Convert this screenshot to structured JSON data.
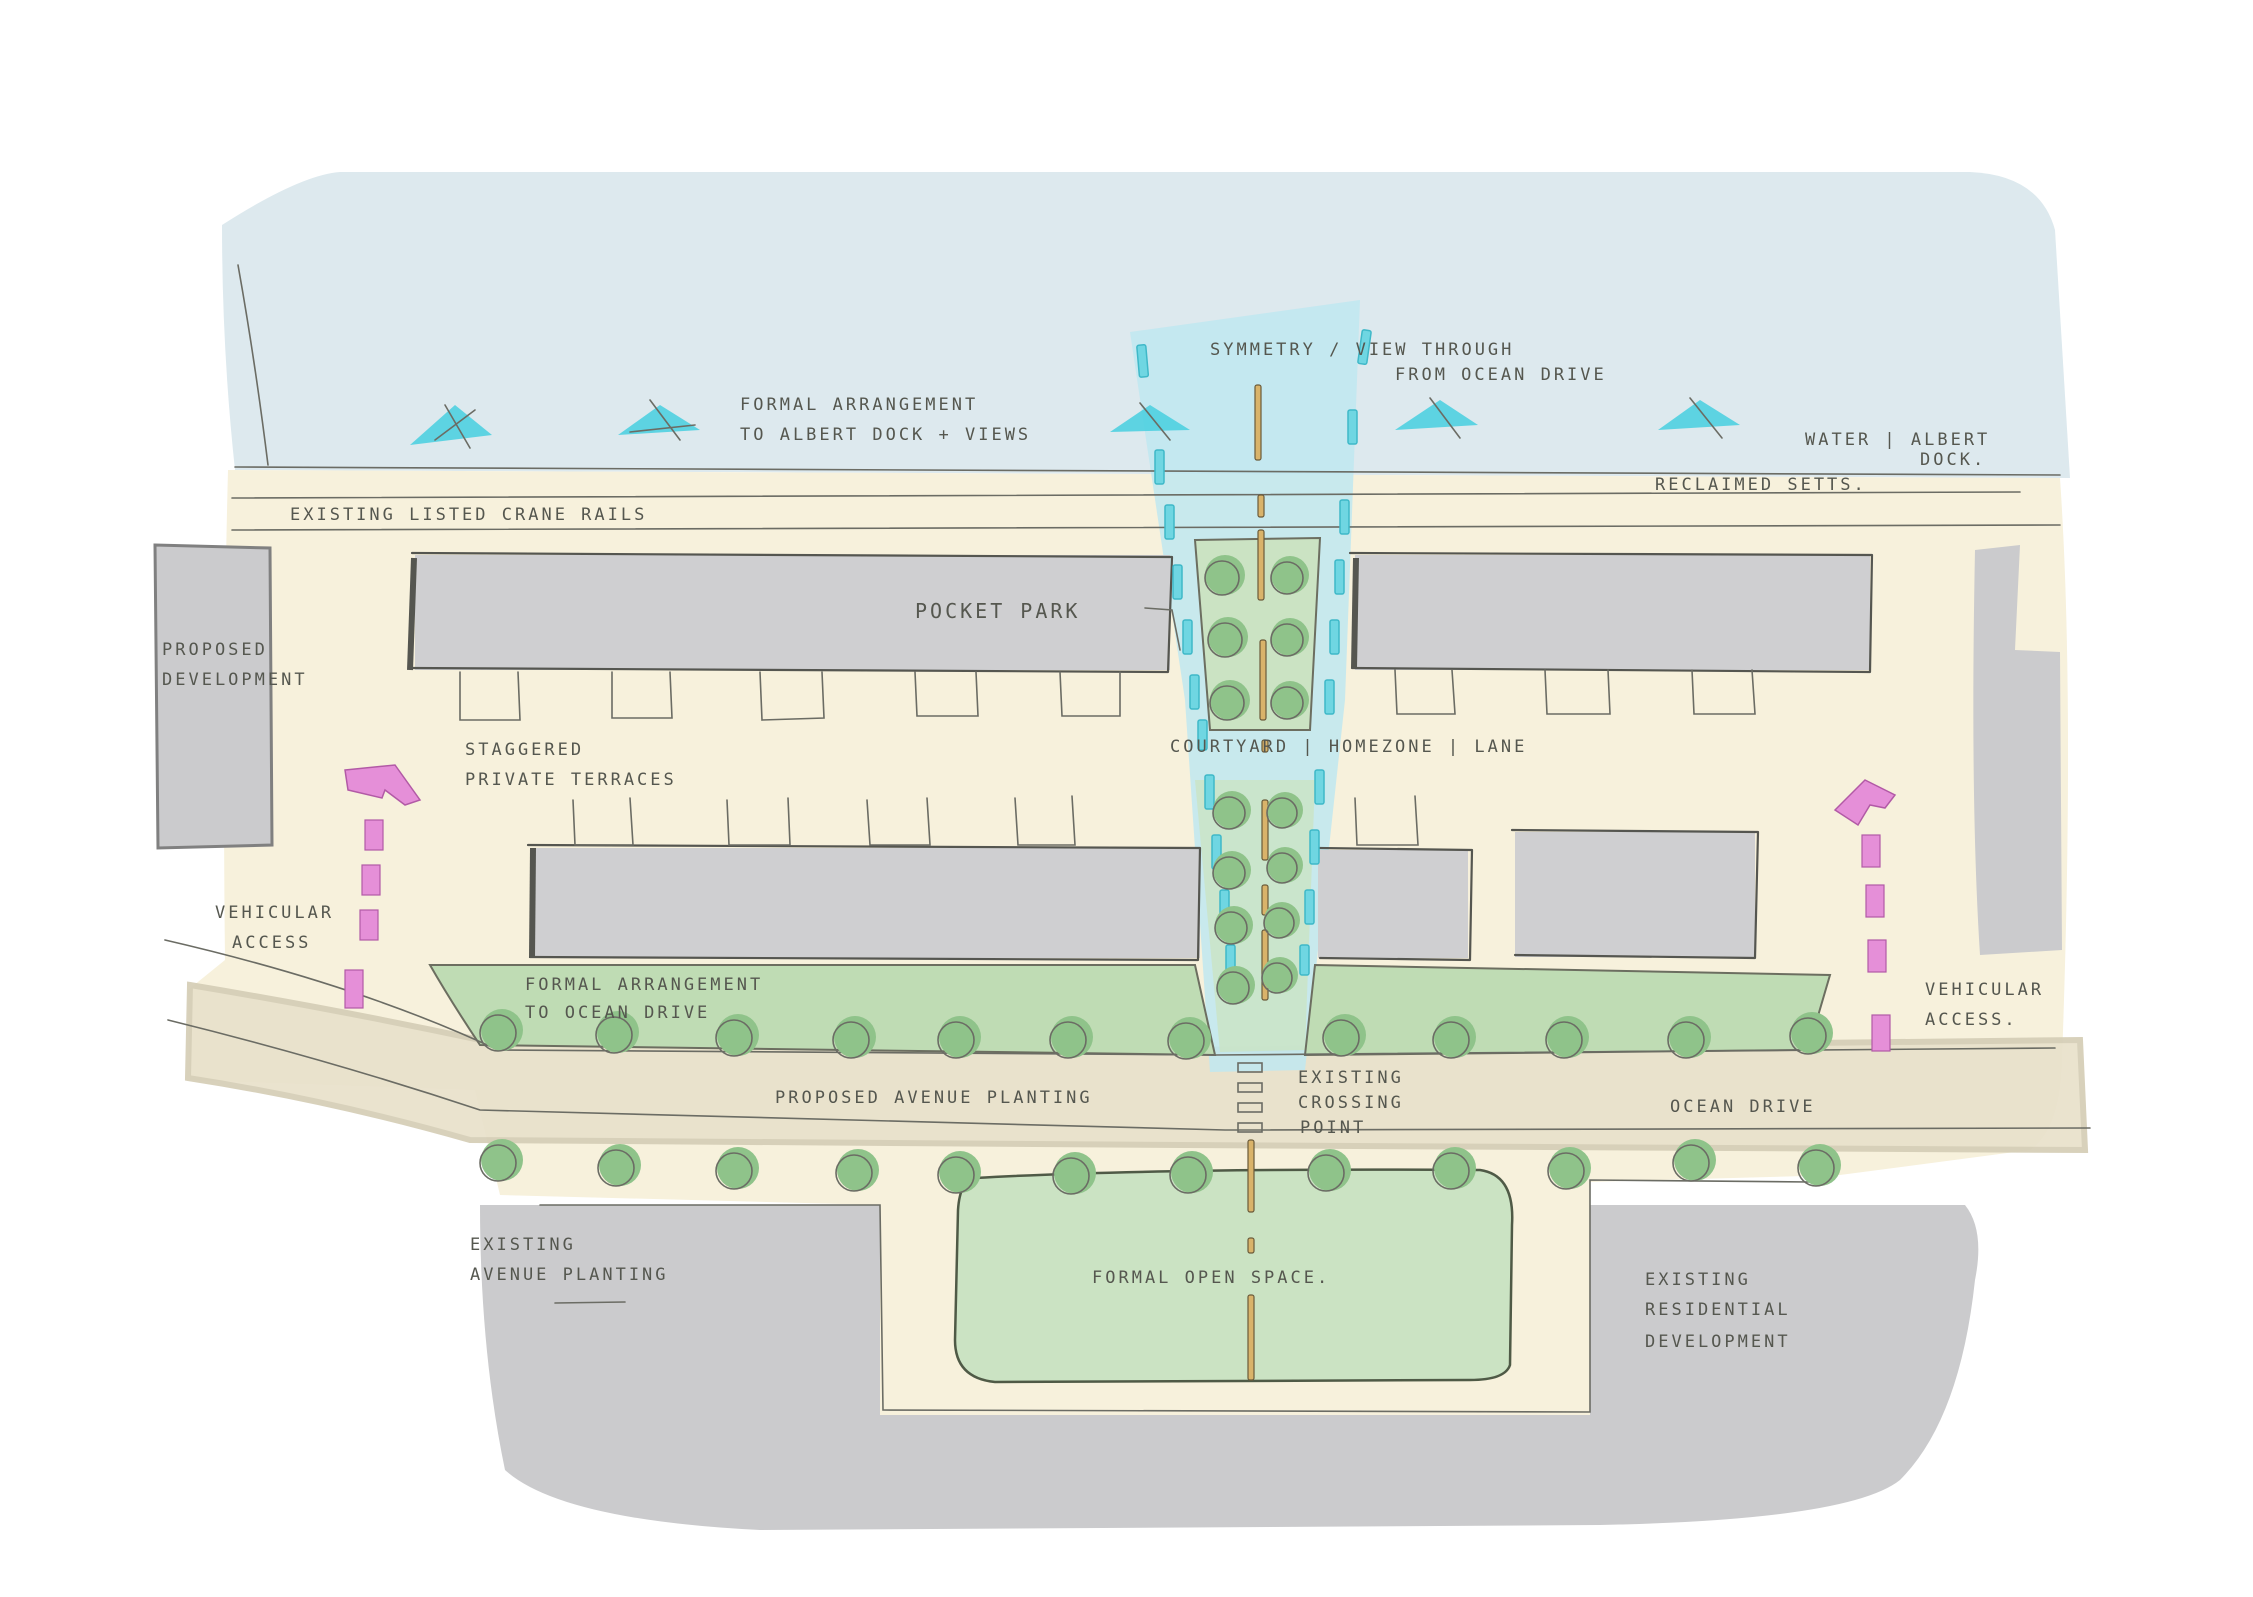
{
  "labels": {
    "formal_arrangement_dock_1": "formal arrangement",
    "formal_arrangement_dock_2": "to albert dock + views",
    "symmetry_1": "symmetry / view through",
    "symmetry_2": "from ocean drive",
    "water_1": "water | albert",
    "water_2": "dock.",
    "reclaimed_setts": "reclaimed setts.",
    "crane_rails": "existing listed crane rails",
    "pocket_park": "pocket park",
    "proposed_dev_1": "proposed",
    "proposed_dev_2": "development",
    "staggered_1": "staggered",
    "staggered_2": "private terraces",
    "courtyard": "courtyard | homezone | lane",
    "vehicular_left_1": "vehicular",
    "vehicular_left_2": "access",
    "formal_ocean_1": "formal arrangement",
    "formal_ocean_2": "to ocean drive",
    "vehicular_right_1": "vehicular",
    "vehicular_right_2": "access.",
    "proposed_avenue": "proposed avenue planting",
    "crossing_1": "existing",
    "crossing_2": "crossing",
    "crossing_3": "point",
    "ocean_drive": "ocean drive",
    "existing_avenue_1": "existing",
    "existing_avenue_2": "avenue planting",
    "formal_open_space": "formal open space.",
    "existing_res_1": "existing",
    "existing_res_2": "residential",
    "existing_res_3": "development"
  },
  "colors": {
    "water": "#dde9ee",
    "site": "#f7f1dc",
    "road": "#e9e2cc",
    "building": "#cfcfd1",
    "existing_building": "#c3c3c5",
    "green": "#cbe3c3",
    "tree": "#8fc38a",
    "view_corridor": "#bfe7f0",
    "view_marker": "#4fd0e0",
    "access_arrow": "#e58fd8",
    "path_marker": "#d9b36a"
  },
  "icons": {
    "view_marker": "view-triangle-icon",
    "access_arrow": "access-arrow-icon",
    "tree": "tree-icon"
  }
}
